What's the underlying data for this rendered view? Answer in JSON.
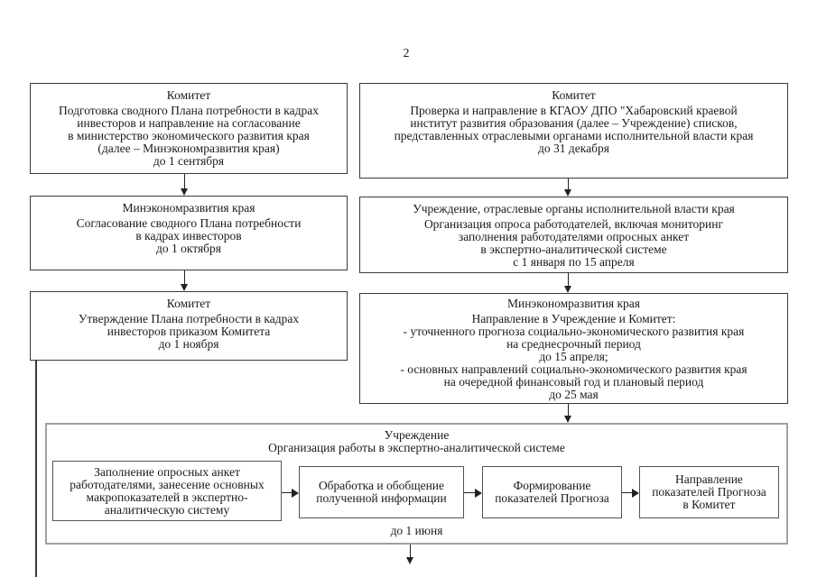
{
  "page": {
    "number": "2"
  },
  "flow": {
    "left": [
      {
        "title": "Комитет",
        "body": "Подготовка сводного Плана потребности в кадрах\nинвесторов и направление на согласование\nв министерство экономического развития края\n(далее – Минэкономразвития края)\nдо 1 сентября"
      },
      {
        "title": "Минэкономразвития края",
        "body": "Согласование сводного Плана потребности\nв кадрах инвесторов\nдо 1 октября"
      },
      {
        "title": "Комитет",
        "body": "Утверждение Плана потребности в кадрах\nинвесторов приказом Комитета\nдо 1 ноября"
      }
    ],
    "right": [
      {
        "title": "Комитет",
        "body": "Проверка и направление в КГАОУ ДПО \"Хабаровский краевой\nинститут развития образования (далее – Учреждение) списков,\nпредставленных отраслевыми органами исполнительной власти края\nдо 31 декабря"
      },
      {
        "title": "Учреждение, отраслевые органы исполнительной власти края",
        "body": "Организация опроса работодателей, включая мониторинг\nзаполнения работодателями опросных анкет\nв экспертно-аналитической системе\nс 1 января по 15 апреля"
      },
      {
        "title": "Минэкономразвития края",
        "body": "Направление в Учреждение и Комитет:\n- уточненного прогноза социально-экономического развития края\nна среднесрочный период\nдо 15 апреля;\n- основных направлений социально-экономического развития края\nна очередной финансовый год и плановый период\nдо 25 мая"
      }
    ]
  },
  "process_panel": {
    "title_line1": "Учреждение",
    "title_line2": "Организация работы в экспертно-аналитической системе",
    "steps": [
      "Заполнение опросных анкет\nработодателями, занесение основных\nмакропоказателей в экспертно-\nаналитическую систему",
      "Обработка и обобщение\nполученной информации",
      "Формирование\nпоказателей Прогноза",
      "Направление\nпоказателей Прогноза\nв Комитет"
    ],
    "deadline": "до 1 июня"
  },
  "colors": {
    "box_border": "#3a3a3a",
    "panel_border": "#a0a0a0",
    "step_border": "#555555",
    "arrow": "#222222",
    "text": "#1a1a1a"
  }
}
